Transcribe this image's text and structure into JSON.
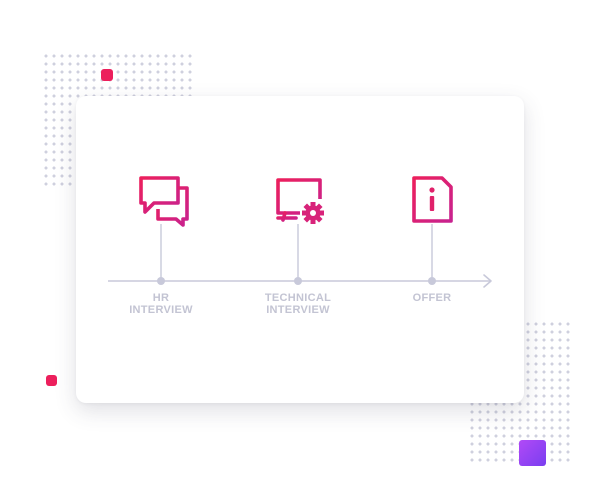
{
  "colors": {
    "accent_red": "#ec1f5c",
    "accent_magenta": "#c8228f",
    "purple_start": "#b14af7",
    "purple_end": "#7a3ef0",
    "timeline_gray": "#c8c9da",
    "label_gray": "#c3c4d3"
  },
  "steps": [
    {
      "icon": "chat-bubbles-icon",
      "label_lines": [
        "HR",
        "INTERVIEW"
      ]
    },
    {
      "icon": "monitor-gear-icon",
      "label_lines": [
        "TECHNICAL",
        "INTERVIEW"
      ]
    },
    {
      "icon": "document-info-icon",
      "label_lines": [
        "OFFER"
      ]
    }
  ]
}
